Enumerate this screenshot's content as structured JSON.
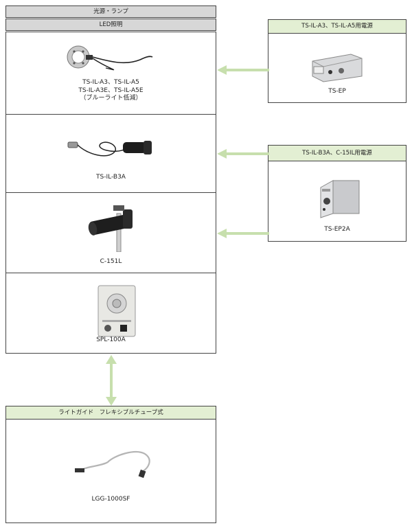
{
  "left": {
    "header": "光源・ランプ",
    "subheader": "LED照明",
    "items": [
      {
        "lines": [
          "TS-IL-A3、TS-IL-A5",
          "TS-IL-A3E、TS-IL-A5E",
          "（ブルーライト低減）"
        ]
      },
      {
        "lines": [
          "TS-IL-B3A"
        ]
      },
      {
        "lines": [
          "C-151L"
        ]
      },
      {
        "lines": [
          "SPL-100A"
        ]
      }
    ]
  },
  "right": [
    {
      "header": "TS-IL-A3、TS-IL-A5用電源",
      "label": "TS-EP"
    },
    {
      "header": "TS-IL-B3A、C-15IL用電源",
      "label": "TS-EP2A"
    }
  ],
  "bottom": {
    "header": "ライトガイド　フレキシブルチューブ式",
    "label": "LGG-1000SF"
  },
  "colors": {
    "arrow": "#c7dfad",
    "header_gray": "#d7d7d7",
    "header_green": "#e3efd3"
  }
}
